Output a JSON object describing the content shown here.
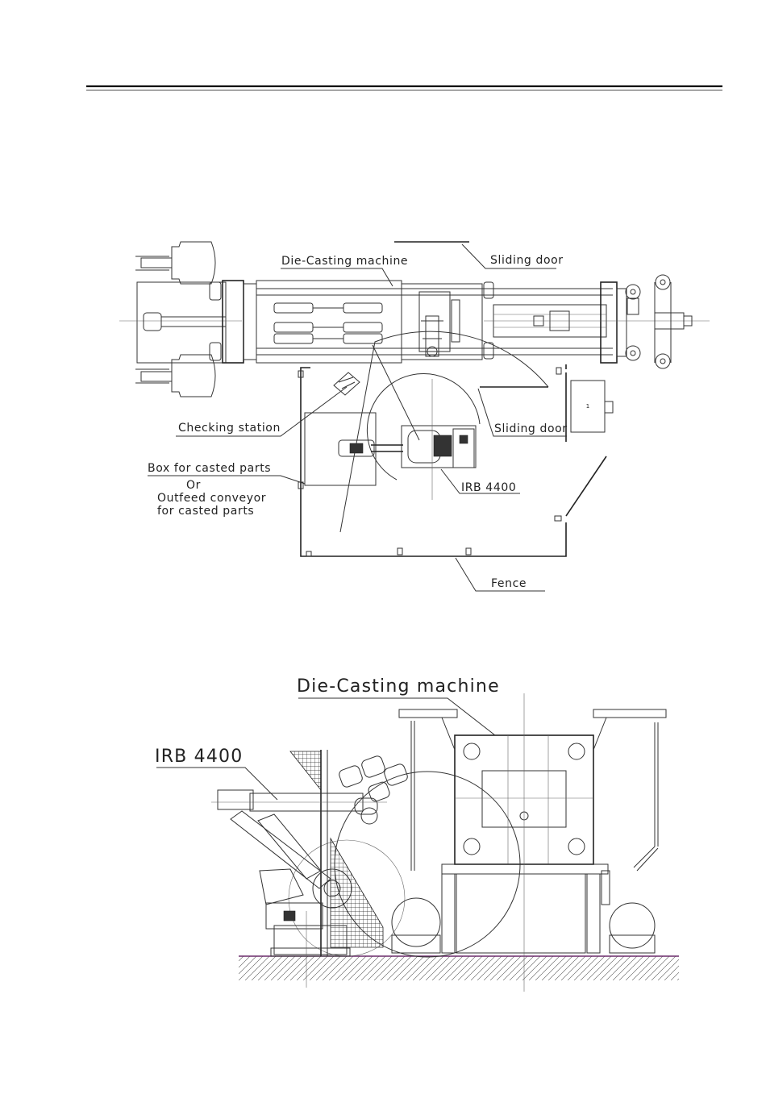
{
  "top_view": {
    "labels": {
      "die_casting_machine": "Die-Casting machine",
      "sliding_door_top": "Sliding door",
      "checking_station": "Checking station",
      "sliding_door_right": "Sliding door",
      "box_line1": "Box for casted parts",
      "box_line2": "Or",
      "box_line3": "Outfeed conveyor",
      "box_line4": "for casted parts",
      "robot": "IRB 4400",
      "fence": "Fence"
    }
  },
  "side_view": {
    "labels": {
      "die_casting_machine": "Die-Casting machine",
      "robot": "IRB 4400"
    }
  }
}
